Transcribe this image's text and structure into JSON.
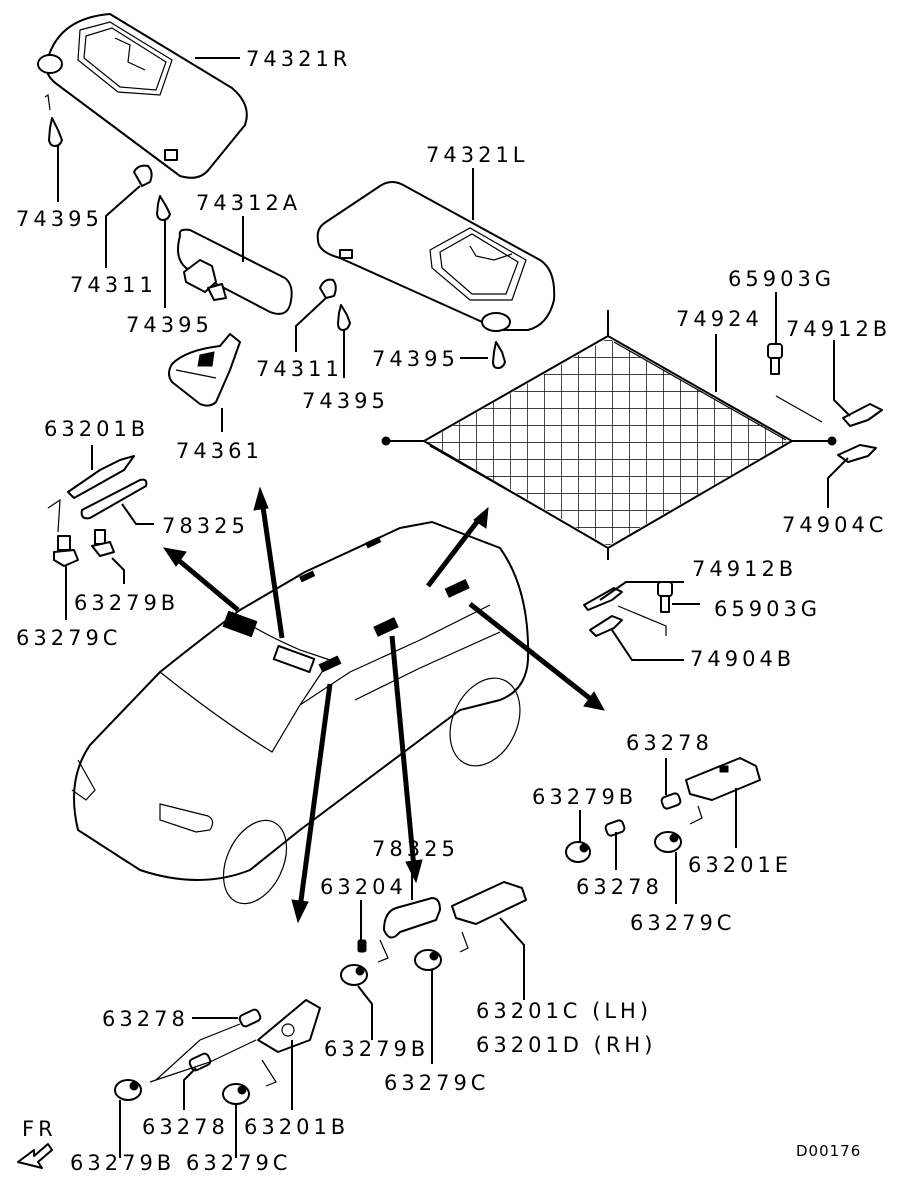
{
  "diagram": {
    "title": "Interior trim – sun visors, room mirror, cargo net, assist grips and lamps",
    "drawing_code": "D00176",
    "orientation_label": "FR",
    "colors": {
      "line": "#000000",
      "background": "#ffffff"
    },
    "callouts": {
      "sun_visor_rh": "74321R",
      "sun_visor_lh": "74321L",
      "visor_screw_rh_a": "74395",
      "visor_screw_rh_b": "74395",
      "visor_screw_lh_a": "74395",
      "visor_screw_lh_b": "74395",
      "visor_holder_rh": "74311",
      "visor_holder_lh": "74311",
      "room_mirror": "74312A",
      "mirror_cover": "74361",
      "cargo_net": "74924",
      "net_bolt_upper": "65903G",
      "net_hook_upper": "74912B",
      "net_bracket_upper": "74904C",
      "net_hook_lower": "74912B",
      "net_bolt_lower": "65903G",
      "net_bracket_lower": "74904B",
      "front_grip_bracket": "63201B",
      "front_assist_grip": "78325",
      "front_lamp_socket_b": "63279B",
      "front_lamp_socket_c": "63279C",
      "rear_lamp_bulb_a": "63278",
      "rear_socket_b": "63279B",
      "rear_lamp_bulb_b": "63278",
      "rear_socket_c": "63279C",
      "rear_lamp_assy": "63201E",
      "side_grip": "78325",
      "side_bulb": "63204",
      "side_socket_b": "63279B",
      "side_socket_c": "63279C",
      "side_lamp_lh": "63201C (LH)",
      "side_lamp_rh": "63201D (RH)",
      "bottom_bulb_a": "63278",
      "bottom_bulb_b": "63278",
      "bottom_lamp_assy": "63201B",
      "bottom_socket_b": "63279B",
      "bottom_socket_c": "63279C"
    }
  }
}
